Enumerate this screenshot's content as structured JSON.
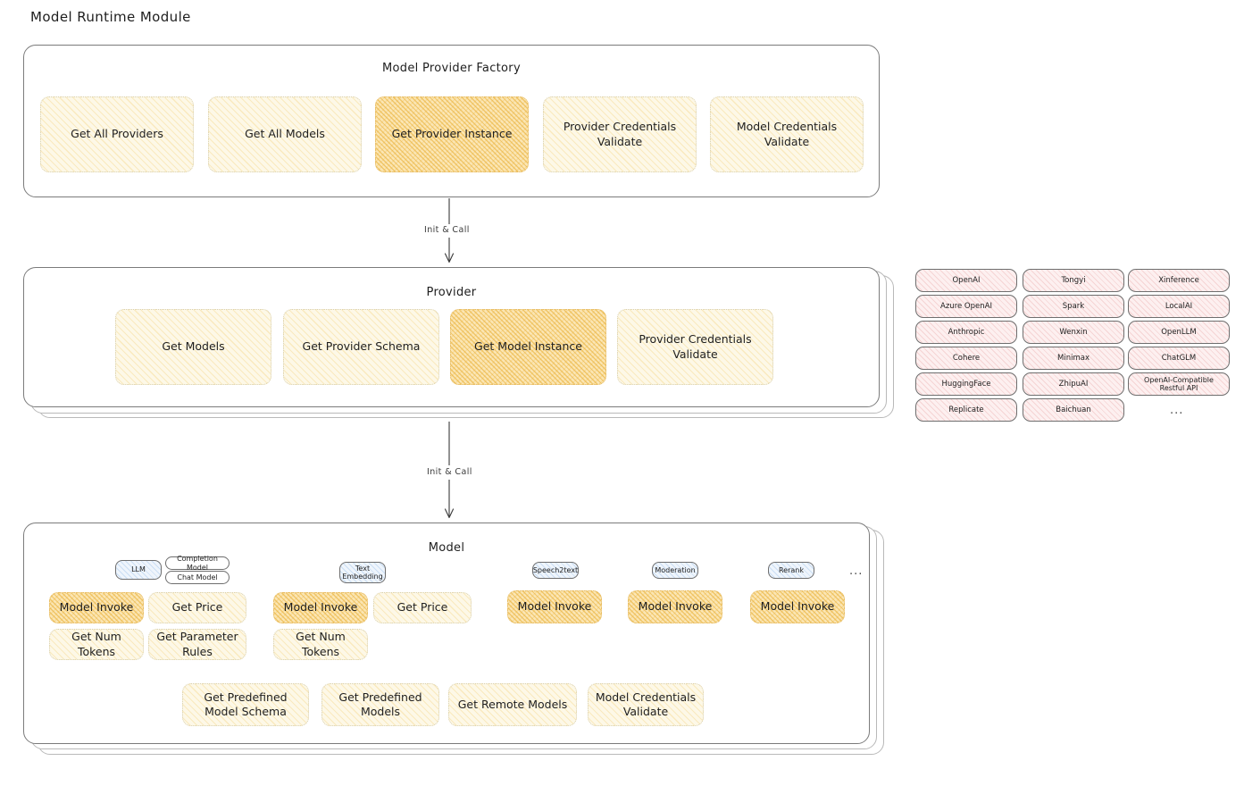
{
  "page": {
    "title": "Model Runtime Module"
  },
  "arrows": [
    {
      "label": "Init & Call"
    },
    {
      "label": "Init & Call"
    }
  ],
  "factory": {
    "title": "Model Provider Factory",
    "nodes": [
      {
        "label": "Get All Providers",
        "highlight": false
      },
      {
        "label": "Get All Models",
        "highlight": false
      },
      {
        "label": "Get Provider Instance",
        "highlight": true
      },
      {
        "label": "Provider Credentials Validate",
        "highlight": false
      },
      {
        "label": "Model Credentials Validate",
        "highlight": false
      }
    ]
  },
  "provider": {
    "title": "Provider",
    "nodes": [
      {
        "label": "Get Models",
        "highlight": false
      },
      {
        "label": "Get Provider Schema",
        "highlight": false
      },
      {
        "label": "Get Model Instance",
        "highlight": true
      },
      {
        "label": "Provider Credentials Validate",
        "highlight": false
      }
    ]
  },
  "provider_list": {
    "ellipsis": "...",
    "columns": [
      {
        "items": [
          "OpenAI",
          "Azure OpenAI",
          "Anthropic",
          "Cohere",
          "HuggingFace",
          "Replicate"
        ]
      },
      {
        "items": [
          "Tongyi",
          "Spark",
          "Wenxin",
          "Minimax",
          "ZhipuAI",
          "Baichuan"
        ]
      },
      {
        "items": [
          "Xinference",
          "LocalAI",
          "OpenLLM",
          "ChatGLM",
          "OpenAI-Compatible Restful API"
        ]
      }
    ]
  },
  "model": {
    "title": "Model",
    "ellipsis": "...",
    "types": [
      {
        "badge": "LLM",
        "sub_badges": [
          "Completion Model",
          "Chat Model"
        ],
        "methods": [
          {
            "label": "Model Invoke",
            "highlight": true
          },
          {
            "label": "Get Price",
            "highlight": false
          },
          {
            "label": "Get Num Tokens",
            "highlight": false
          },
          {
            "label": "Get Parameter Rules",
            "highlight": false
          }
        ]
      },
      {
        "badge": "Text Embedding",
        "sub_badges": [],
        "methods": [
          {
            "label": "Model Invoke",
            "highlight": true
          },
          {
            "label": "Get Price",
            "highlight": false
          },
          {
            "label": "Get Num Tokens",
            "highlight": false
          }
        ]
      },
      {
        "badge": "Speech2text",
        "sub_badges": [],
        "methods": [
          {
            "label": "Model Invoke",
            "highlight": true
          }
        ]
      },
      {
        "badge": "Moderation",
        "sub_badges": [],
        "methods": [
          {
            "label": "Model Invoke",
            "highlight": true
          }
        ]
      },
      {
        "badge": "Rerank",
        "sub_badges": [],
        "methods": [
          {
            "label": "Model Invoke",
            "highlight": true
          }
        ]
      }
    ],
    "common_methods": [
      {
        "label": "Get Predefined Model Schema",
        "highlight": false
      },
      {
        "label": "Get Predefined Models",
        "highlight": false
      },
      {
        "label": "Get Remote Models",
        "highlight": false
      },
      {
        "label": "Model Credentials Validate",
        "highlight": false
      }
    ]
  },
  "colors": {
    "node_fill": "#fdf8e7",
    "node_highlight_fill": "#fbe6b4",
    "chip_fill": "#fdf0f0",
    "badge_fill": "#eff5fc",
    "stroke": "#7b7b7b",
    "text": "#1e1e1e"
  }
}
